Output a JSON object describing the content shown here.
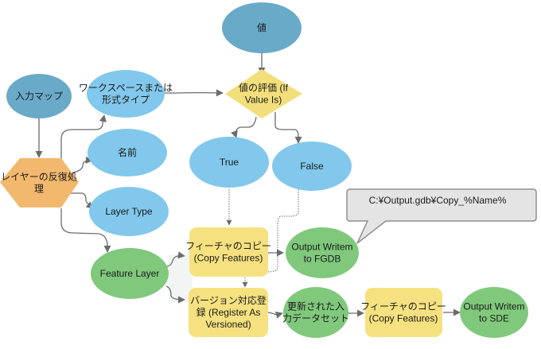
{
  "colors": {
    "input_dark": "#6aaac9",
    "variable_light": "#82c8ec",
    "derived_green": "#80c97c",
    "tool_yellow": "#f5e17f",
    "iterator_orange": "#f2b86e",
    "condition_yellow": "#f2df7c",
    "callout_fill": "#e4e4e4",
    "callout_border": "#909090",
    "edge": "#6b6b6b"
  },
  "nodes": {
    "input_map": {
      "lines": [
        "入力マップ"
      ]
    },
    "value": {
      "lines": [
        "値"
      ]
    },
    "workspace_type": {
      "lines": [
        "ワークスペースまたは",
        "形式タイプ"
      ]
    },
    "if_value_is": {
      "lines": [
        "値の評価 (If",
        "Value Is)"
      ]
    },
    "iterate_layers": {
      "lines": [
        "レイヤーの反復処",
        "理"
      ]
    },
    "name": {
      "lines": [
        "名前"
      ]
    },
    "true": {
      "lines": [
        "True"
      ]
    },
    "false": {
      "lines": [
        "False"
      ]
    },
    "layer_type": {
      "lines": [
        "Layer Type"
      ]
    },
    "feature_layer": {
      "lines": [
        "Feature Layer"
      ]
    },
    "copy_features_1": {
      "lines": [
        "フィーチャのコピー",
        "(Copy Features)"
      ]
    },
    "output_fgdb": {
      "lines": [
        "Output Writem",
        "to FGDB"
      ]
    },
    "register_versioned": {
      "lines": [
        "バージョン対応登",
        "録 (Register As",
        "Versioned)"
      ]
    },
    "updated_input": {
      "lines": [
        "更新された入",
        "力データセット"
      ]
    },
    "copy_features_2": {
      "lines": [
        "フィーチャのコピー",
        "(Copy Features)"
      ]
    },
    "output_sde": {
      "lines": [
        "Output Writem",
        "to SDE"
      ]
    }
  },
  "callout": {
    "text": "C:¥Output.gdb¥Copy_%Name%"
  }
}
